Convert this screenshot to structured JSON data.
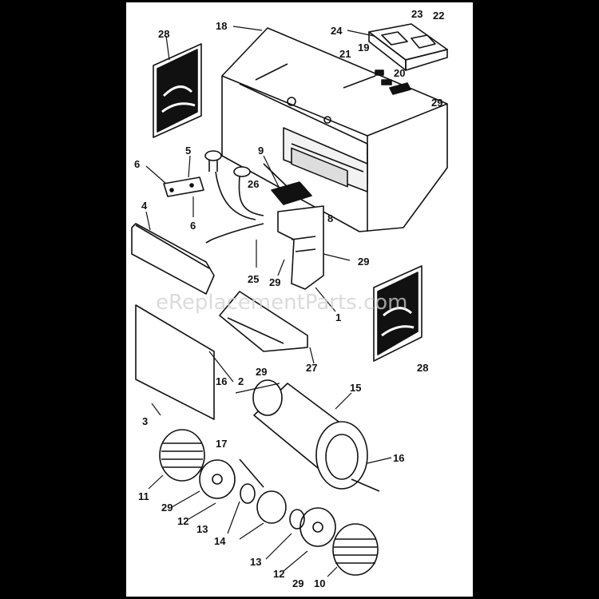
{
  "watermark": "eReplacementParts.com",
  "callouts": [
    "28",
    "18",
    "24",
    "23",
    "22",
    "19",
    "21",
    "20",
    "29",
    "6",
    "5",
    "9",
    "26",
    "8",
    "4",
    "6",
    "25",
    "29",
    "29",
    "1",
    "28",
    "29",
    "2",
    "27",
    "16",
    "15",
    "3",
    "17",
    "16",
    "11",
    "29",
    "12",
    "13",
    "14",
    "13",
    "12",
    "29",
    "10"
  ]
}
